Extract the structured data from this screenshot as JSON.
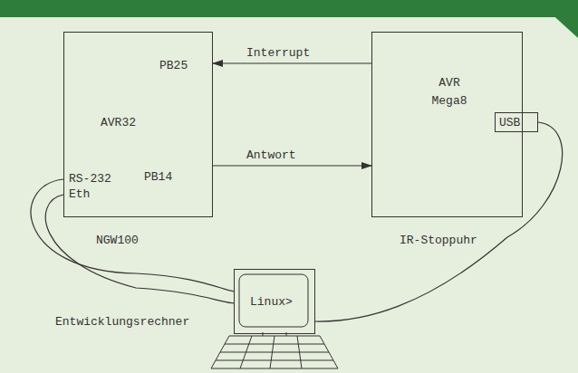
{
  "diagram": {
    "nodes": [
      {
        "text": [
          "PB25",
          "AVR32",
          "RS-232",
          "PB14",
          "Eth",
          "NGW100"
        ]
      },
      {
        "text": [
          "AVR Mega8",
          "IR-Stoppuhr"
        ]
      },
      {
        "text": [
          "USB"
        ],
        "in": 1
      },
      {
        "text": [
          "Linux>",
          "Entwicklungsrechner"
        ]
      }
    ],
    "edges": [
      {
        "from": 1,
        "to": 0,
        "label": "Interrupt",
        "arrow": "to"
      },
      {
        "from": 0,
        "to": 1,
        "label": "Antwort",
        "arrow": "to"
      },
      {
        "from": 0,
        "to": 3,
        "arrow": "none"
      },
      {
        "from": 0,
        "to": 3,
        "arrow": "none"
      },
      {
        "from": 2,
        "to": 3,
        "arrow": "none"
      }
    ]
  }
}
